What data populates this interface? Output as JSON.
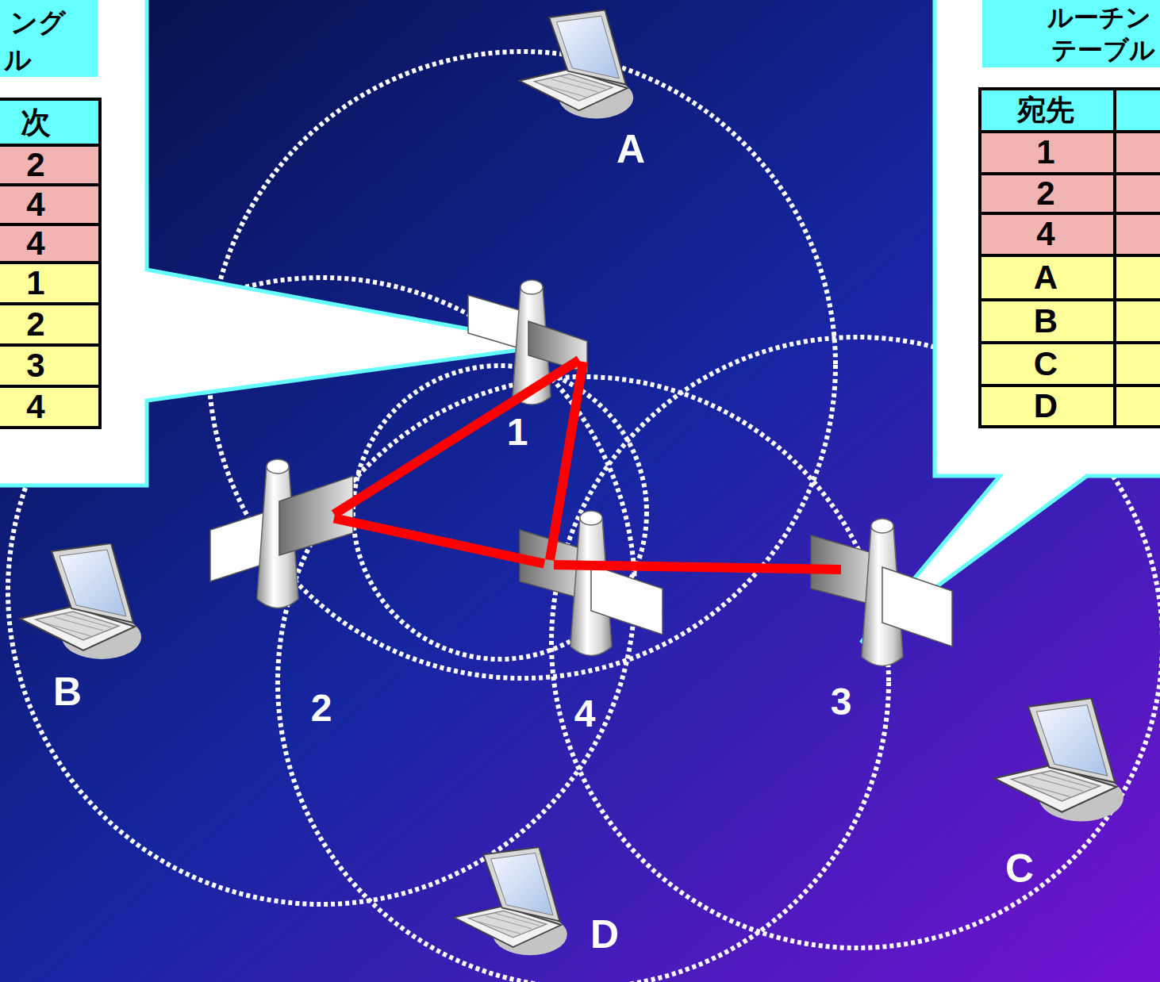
{
  "diagram": {
    "nodes": [
      {
        "text": [
          "1"
        ]
      },
      {
        "text": [
          "2"
        ]
      },
      {
        "text": [
          "4"
        ]
      },
      {
        "text": [
          "3"
        ]
      }
    ],
    "edges": [
      {
        "from": 0,
        "to": 1,
        "arrow": "none"
      },
      {
        "from": 0,
        "to": 2,
        "arrow": "none"
      },
      {
        "from": 1,
        "to": 2,
        "arrow": "none"
      },
      {
        "from": 2,
        "to": 3,
        "arrow": "none"
      }
    ],
    "labels": [
      "ング",
      "ル",
      "次",
      "2",
      "4",
      "4",
      "1",
      "2",
      "3",
      "4",
      "A",
      "ルーチン",
      "テーブル",
      "宛先",
      "1",
      "2",
      "4",
      "A",
      "B",
      "C",
      "D",
      "B",
      "C",
      "D"
    ]
  }
}
